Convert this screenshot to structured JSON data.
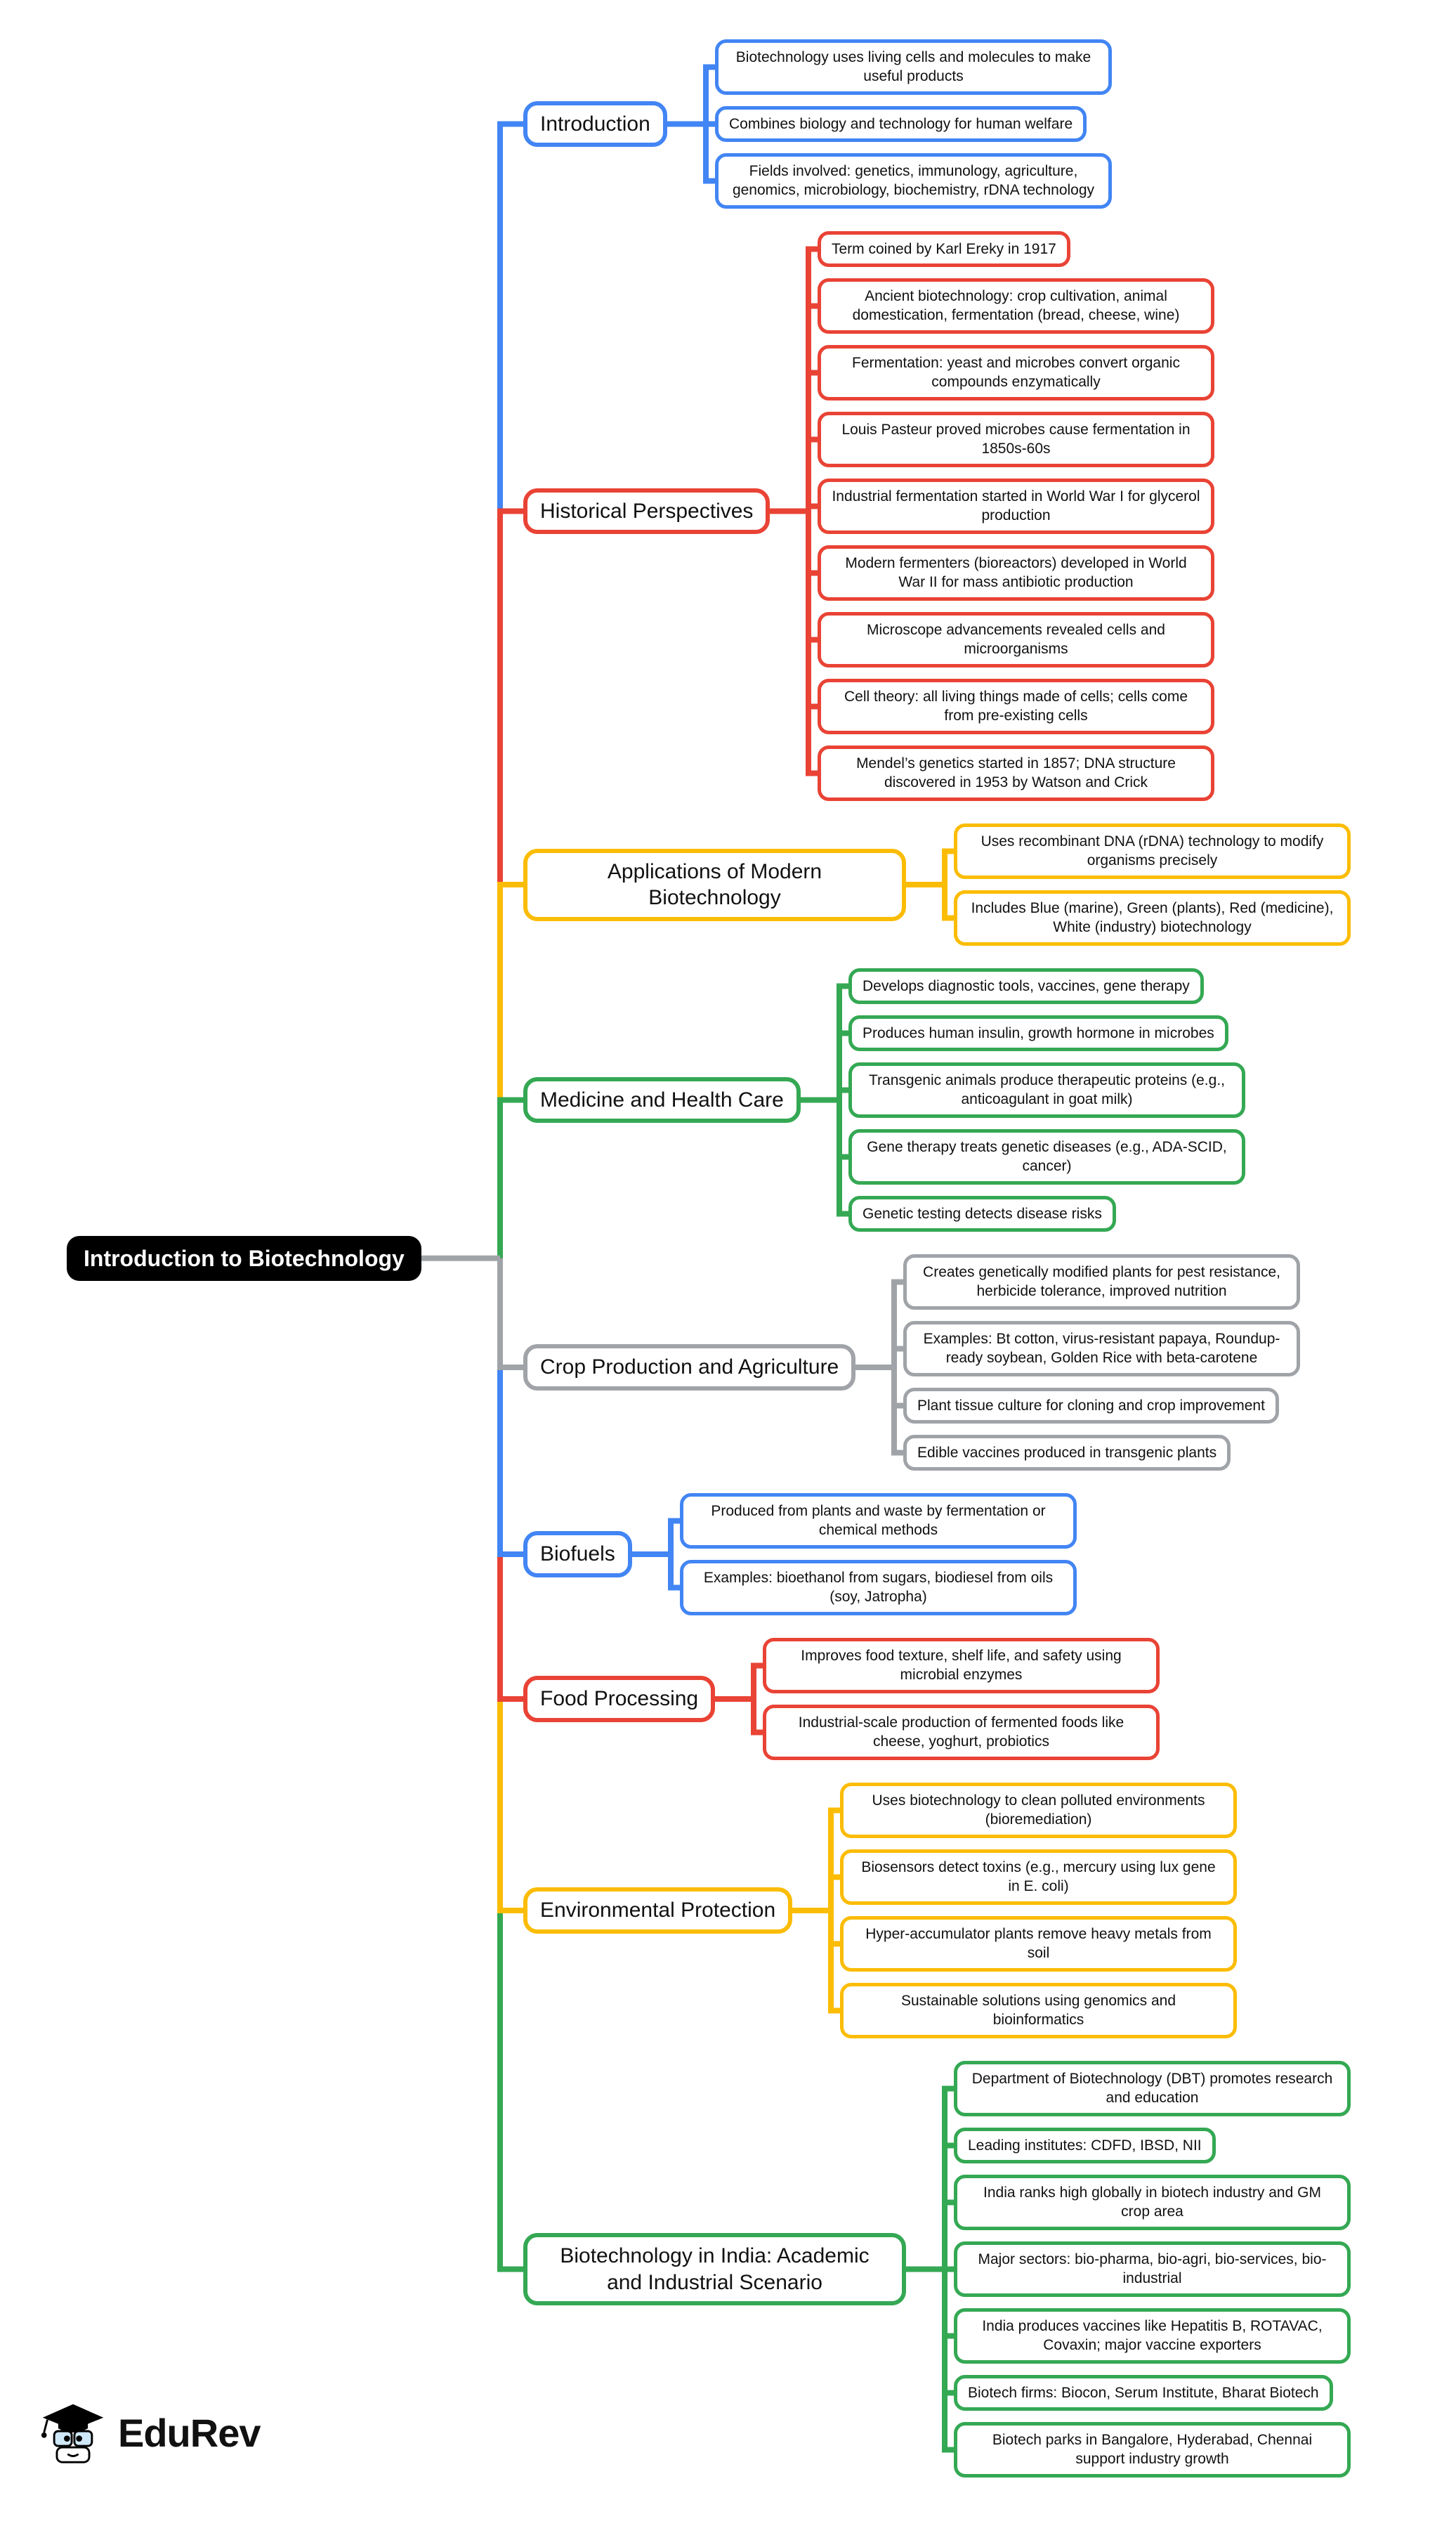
{
  "mindmap": {
    "root": {
      "label": "Introduction to Biotechnology",
      "bg_color": "#000000",
      "text_color": "#ffffff"
    },
    "trunk_colors_cycle": [
      "#4285F4",
      "#E94335",
      "#FBBC05",
      "#34A853",
      "#A0A4A8"
    ],
    "branches": [
      {
        "label": "Introduction",
        "color": "#4285F4",
        "side": "top",
        "children": [
          "Biotechnology uses living cells and molecules to make useful products",
          "Combines biology and technology for human welfare",
          "Fields involved: genetics, immunology, agriculture, genomics, microbiology, biochemistry, rDNA technology"
        ]
      },
      {
        "label": "Historical Perspectives",
        "color": "#E94335",
        "side": "top",
        "children": [
          "Term coined by Karl Ereky in 1917",
          "Ancient biotechnology: crop cultivation, animal domestication, fermentation (bread, cheese, wine)",
          "Fermentation: yeast and microbes convert organic compounds enzymatically",
          "Louis Pasteur proved microbes cause fermentation in 1850s-60s",
          "Industrial fermentation started in World War I for glycerol production",
          "Modern fermenters (bioreactors) developed in World War II for mass antibiotic production",
          "Microscope advancements revealed cells and microorganisms",
          "Cell theory: all living things made of cells; cells come from pre-existing cells",
          "Mendel’s genetics started in 1857; DNA structure discovered in 1953 by Watson and Crick"
        ]
      },
      {
        "label": "Applications of Modern Biotechnology",
        "color": "#FBBC05",
        "side": "top",
        "children": [
          "Uses recombinant DNA (rDNA) technology to modify organisms precisely",
          "Includes Blue (marine), Green (plants), Red (medicine), White (industry) biotechnology"
        ]
      },
      {
        "label": "Medicine and Health Care",
        "color": "#34A853",
        "side": "top",
        "children": [
          "Develops diagnostic tools, vaccines, gene therapy",
          "Produces human insulin, growth hormone in microbes",
          "Transgenic animals produce therapeutic proteins (e.g., anticoagulant in goat milk)",
          "Gene therapy treats genetic diseases (e.g., ADA-SCID, cancer)",
          "Genetic testing detects disease risks"
        ]
      },
      {
        "label": "Crop Production and Agriculture",
        "color": "#A0A4A8",
        "side": "bottom",
        "children": [
          "Creates genetically modified plants for pest resistance, herbicide tolerance, improved nutrition",
          "Examples: Bt cotton, virus-resistant papaya, Roundup-ready soybean, Golden Rice with beta-carotene",
          "Plant tissue culture for cloning and crop improvement",
          "Edible vaccines produced in transgenic plants"
        ]
      },
      {
        "label": "Biofuels",
        "color": "#4285F4",
        "side": "bottom",
        "children": [
          "Produced from plants and waste by fermentation or chemical methods",
          "Examples: bioethanol from sugars, biodiesel from oils (soy, Jatropha)"
        ]
      },
      {
        "label": "Food Processing",
        "color": "#E94335",
        "side": "bottom",
        "children": [
          "Improves food texture, shelf life, and safety using microbial enzymes",
          "Industrial-scale production of fermented foods like cheese, yoghurt, probiotics"
        ]
      },
      {
        "label": "Environmental Protection",
        "color": "#FBBC05",
        "side": "bottom",
        "children": [
          "Uses biotechnology to clean polluted environments (bioremediation)",
          "Biosensors detect toxins (e.g., mercury using lux gene in E. coli)",
          "Hyper-accumulator plants remove heavy metals from soil",
          "Sustainable solutions using genomics and bioinformatics"
        ]
      },
      {
        "label": "Biotechnology in India: Academic and Industrial Scenario",
        "color": "#34A853",
        "side": "bottom",
        "children": [
          "Department of Biotechnology (DBT) promotes research and education",
          "Leading institutes: CDFD, IBSD, NII",
          "India ranks high globally in biotech industry and GM crop area",
          "Major sectors: bio-pharma, bio-agri, bio-services, bio-industrial",
          "India produces vaccines like Hepatitis B, ROTAVAC, Covaxin; major vaccine exporters",
          "Biotech firms: Biocon, Serum Institute, Bharat Biotech",
          "Biotech parks in Bangalore, Hyderabad, Chennai support industry growth"
        ]
      }
    ]
  },
  "footer": {
    "brand": "EduRev",
    "logo_icon": "graduation-cap-mascot-icon"
  }
}
